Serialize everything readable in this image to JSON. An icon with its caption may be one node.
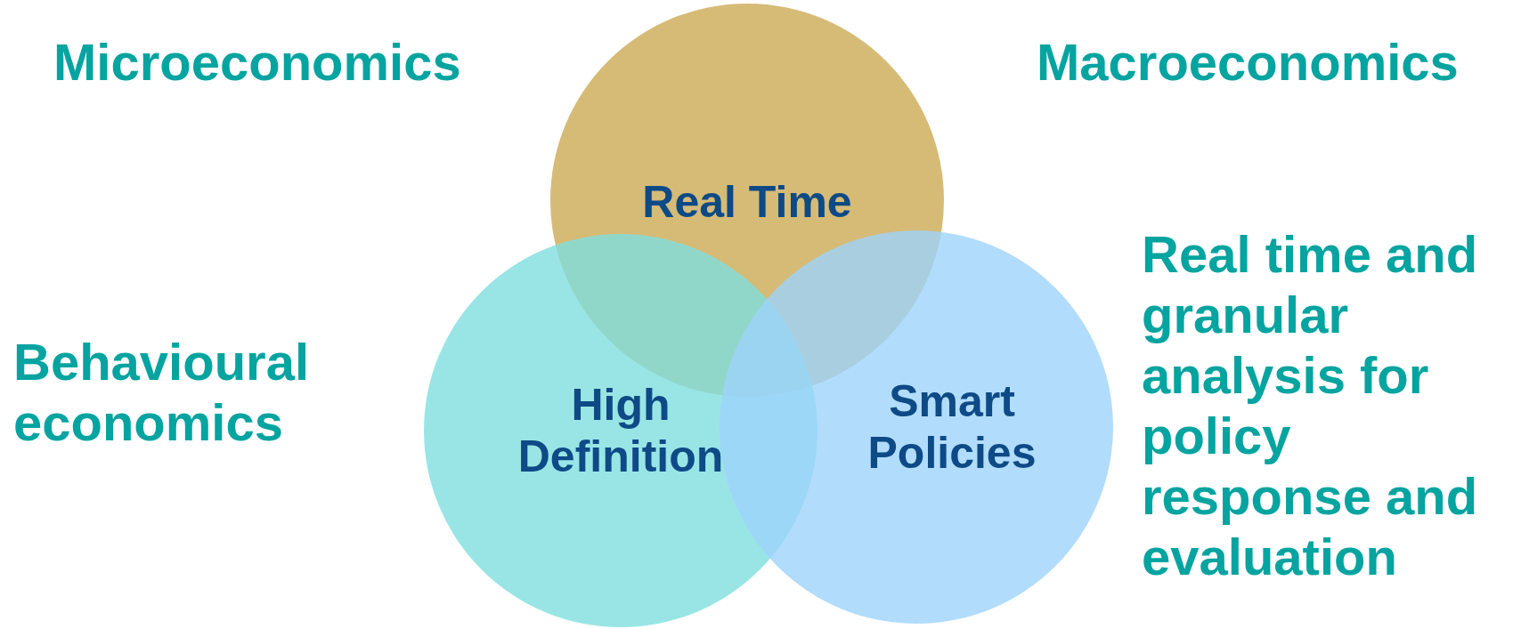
{
  "diagram": {
    "nodes": [
      {
        "text": [
          "Real Time"
        ]
      },
      {
        "text": [
          "High Definition"
        ]
      },
      {
        "text": [
          "Smart Policies"
        ]
      }
    ],
    "labels": [
      "Microeconomics",
      "Macroeconomics",
      "Behavioural economics",
      "Real time and granular analysis for policy response and evaluation"
    ]
  }
}
